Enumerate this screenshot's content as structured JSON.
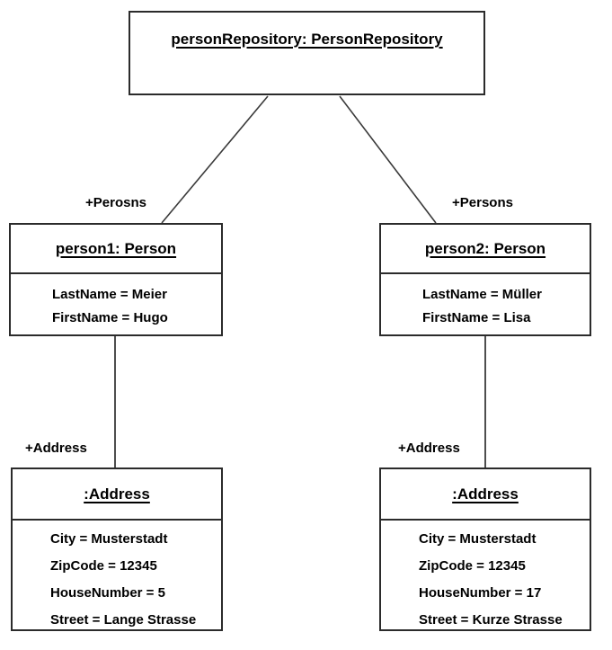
{
  "diagram": {
    "type": "uml-object-diagram",
    "colors": {
      "background": "#ffffff",
      "node_fill": "#ffffff",
      "border": "#2b2b2b",
      "connector": "#3a3a3a",
      "text": "#000000"
    },
    "nodes": {
      "repository": {
        "title": "personRepository: PersonRepository",
        "attributes": []
      },
      "person1": {
        "title": "person1: Person",
        "attributes": [
          "LastName = Meier",
          "FirstName = Hugo"
        ]
      },
      "person2": {
        "title": "person2: Person",
        "attributes": [
          "LastName = Müller",
          "FirstName = Lisa"
        ]
      },
      "address1": {
        "title": ":Address",
        "attributes": [
          "City = Musterstadt",
          "ZipCode = 12345",
          "HouseNumber = 5",
          "Street = Lange Strasse"
        ]
      },
      "address2": {
        "title": ":Address",
        "attributes": [
          "City = Musterstadt",
          "ZipCode = 12345",
          "HouseNumber = 17",
          "Street = Kurze Strasse"
        ]
      }
    },
    "edge_labels": {
      "persons_left": "+Perosns",
      "persons_right": "+Persons",
      "address_left": "+Address",
      "address_right": "+Address"
    },
    "edges": [
      {
        "from": "repository",
        "to": "person1",
        "label": "+Perosns"
      },
      {
        "from": "repository",
        "to": "person2",
        "label": "+Persons"
      },
      {
        "from": "person1",
        "to": "address1",
        "label": "+Address"
      },
      {
        "from": "person2",
        "to": "address2",
        "label": "+Address"
      }
    ]
  }
}
